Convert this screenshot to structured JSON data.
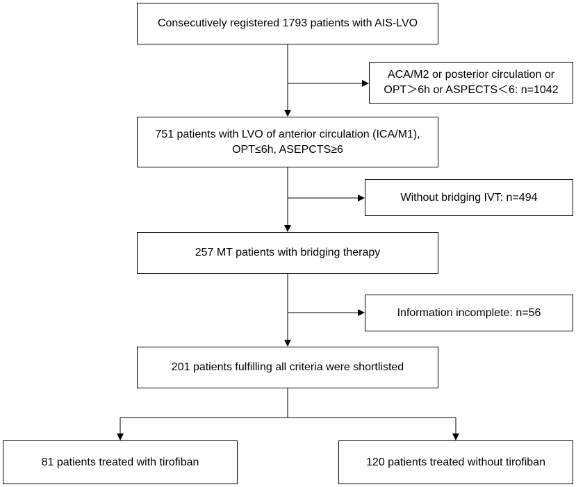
{
  "nodes": {
    "registered": {
      "lines": [
        "Consecutively registered 1793 patients with AIS-LVO"
      ]
    },
    "excluded_circulation": {
      "lines": [
        "ACA/M2 or posterior circulation or",
        "OPT＞6h or ASPECTS＜6: n=1042"
      ]
    },
    "anterior_lvo": {
      "lines": [
        "751 patients with LVO of anterior circulation (ICA/M1),",
        "OPT≤6h, ASEPCTS≥6"
      ]
    },
    "without_ivt": {
      "lines": [
        "Without bridging IVT: n=494"
      ]
    },
    "bridging": {
      "lines": [
        "257 MT patients with bridging therapy"
      ]
    },
    "incomplete": {
      "lines": [
        "Information incomplete: n=56"
      ]
    },
    "shortlisted": {
      "lines": [
        "201 patients fulfilling all criteria were shortlisted"
      ]
    },
    "tirofiban": {
      "lines": [
        "81 patients treated with tirofiban"
      ]
    },
    "no_tirofiban": {
      "lines": [
        "120 patients treated without tirofiban"
      ]
    }
  },
  "colors": {
    "line": "#000000",
    "box_border": "#000000",
    "background": "#ffffff"
  }
}
